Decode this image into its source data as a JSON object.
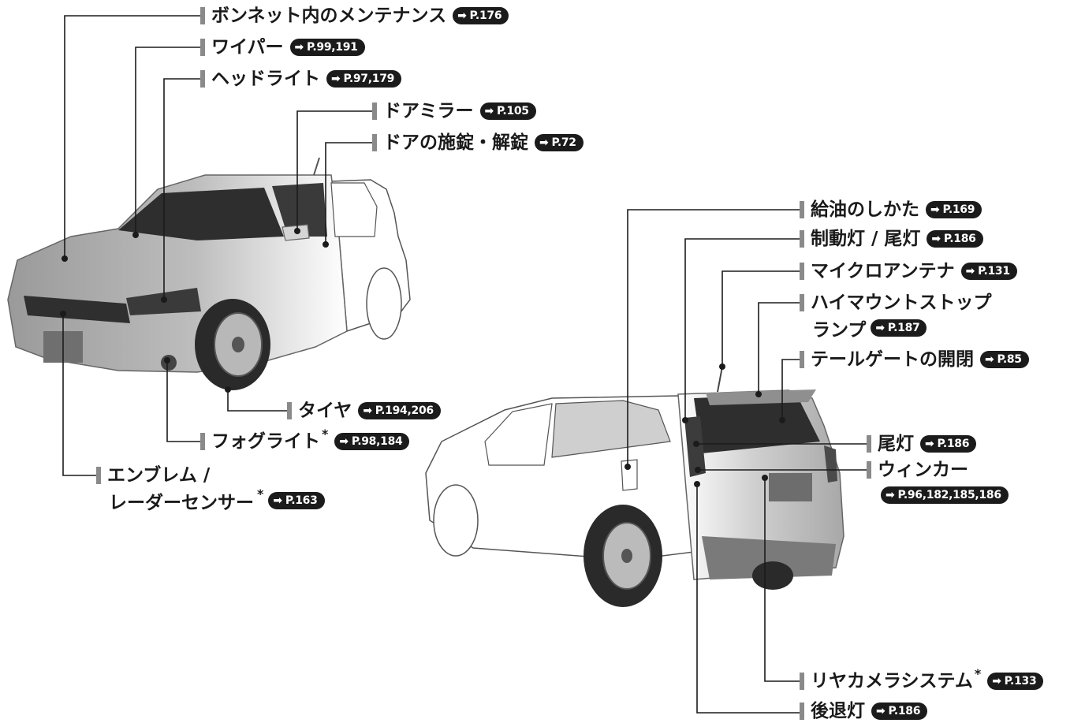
{
  "labels": {
    "bonnet": {
      "text": "ボンネット内のメンテナンス",
      "ref": "P.176"
    },
    "wiper": {
      "text": "ワイパー",
      "ref": "P.99,191"
    },
    "headlight": {
      "text": "ヘッドライト",
      "ref": "P.97,179"
    },
    "doormirror": {
      "text": "ドアミラー",
      "ref": "P.105"
    },
    "doorlock": {
      "text": "ドアの施錠・解錠",
      "ref": "P.72"
    },
    "tire": {
      "text": "タイヤ",
      "ref": "P.194,206"
    },
    "foglight": {
      "text": "フォグライト",
      "star": "*",
      "ref": "P.98,184"
    },
    "emblem": {
      "line1": "エンブレム /",
      "line2": "レーダーセンサー",
      "star": "*",
      "ref": "P.163"
    },
    "fuel": {
      "text": "給油のしかた",
      "ref": "P.169"
    },
    "brake": {
      "text": "制動灯 / 尾灯",
      "ref": "P.186"
    },
    "antenna": {
      "text": "マイクロアンテナ",
      "ref": "P.131"
    },
    "highmount": {
      "line1": "ハイマウントストップ",
      "line2": "ランプ",
      "ref": "P.187"
    },
    "tailgate": {
      "text": "テールゲートの開閉",
      "ref": "P.85"
    },
    "taillight": {
      "text": "尾灯",
      "ref": "P.186"
    },
    "winker": {
      "text": "ウィンカー",
      "ref": "P.96,182,185,186"
    },
    "rearcamera": {
      "text": "リヤカメラシステム",
      "star": "*",
      "ref": "P.133"
    },
    "backup": {
      "text": "後退灯",
      "ref": "P.186"
    }
  },
  "colors": {
    "ink": "#1b1b1b",
    "bar": "#8a8a8a",
    "car_body": "#a9a9a9",
    "car_dark": "#3a3a3a"
  },
  "icons": {
    "ref_arrow": "arrow-right-icon"
  }
}
